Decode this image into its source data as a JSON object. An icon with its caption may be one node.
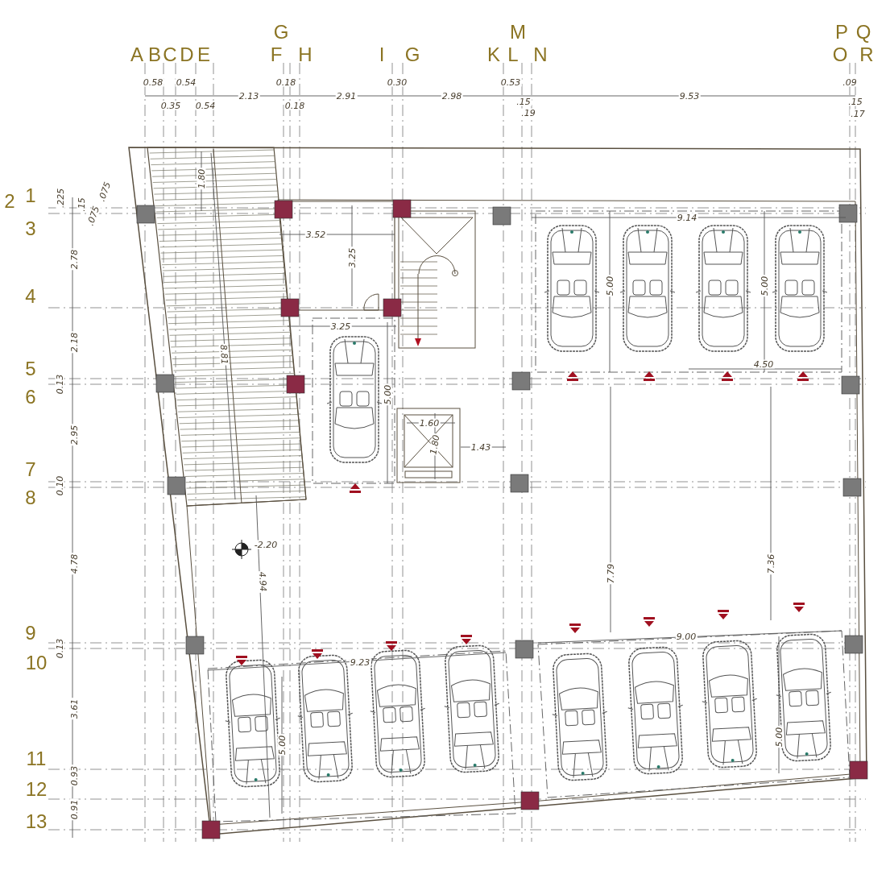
{
  "diagram": {
    "labels": [
      "G",
      "M",
      "P",
      "Q",
      "A",
      "B",
      "C",
      "D",
      "E",
      "F",
      "H",
      "I",
      "G",
      "K",
      "L",
      "N",
      "O",
      "R",
      "0.58",
      "0.54",
      "0.18",
      "0.30",
      "0.53",
      ".09",
      "2.13",
      "2.91",
      "2.98",
      "9.53",
      "0.35",
      "0.54",
      "0.18",
      ".15",
      ".19",
      ".15",
      ".17",
      "2",
      "1",
      "3",
      "4",
      "5",
      "6",
      "7",
      "8",
      "9",
      "10",
      "11",
      "12",
      "13",
      ".225",
      ".15",
      ".075",
      ".075",
      "2.78",
      "2.18",
      "0.13",
      "2.95",
      "0.10",
      "4.78",
      "0.13",
      "3.61",
      "0.93",
      "0.91",
      "1.80",
      "3.52",
      "3.25",
      "9.14",
      "5.00",
      "5.00",
      "3.25",
      "8.81",
      "5.00",
      "4.50",
      "1.60",
      "1.80",
      "1.43",
      "-2.20",
      "7.79",
      "7.36",
      "4.94",
      "9.00",
      "9.23",
      "5.00",
      "5.00"
    ]
  }
}
